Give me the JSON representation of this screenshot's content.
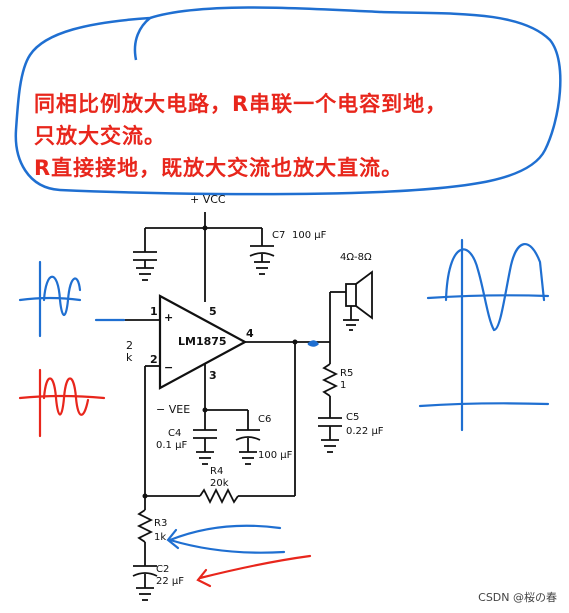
{
  "annotation": {
    "line1": "同相比例放大电路，R串联一个电容到地，",
    "line2": "只放大交流。",
    "line3": "R直接接地，既放大交流也放大直流。"
  },
  "circuit": {
    "vcc": "+ VCC",
    "vee": "− VEE",
    "ic": "LM1875",
    "pins": {
      "p1": "1",
      "p2": "2",
      "p3": "3",
      "p4": "4",
      "p5": "5"
    },
    "in_plus": "+",
    "in_minus": "−",
    "c7_name": "C7",
    "c7_value": "100 μF",
    "c4_name": "C4",
    "c4_value": "0.1 μF",
    "c6_name": "C6",
    "c6_value": "100 μF",
    "r4_name": "R4",
    "r4_value": "20k",
    "r3_name": "R3",
    "r3_value": "1k",
    "c2_name": "C2",
    "c2_value": "22 μF",
    "r5_name": "R5",
    "r5_value": "1",
    "c5_name": "C5",
    "c5_value": "0.22 μF",
    "speaker_value": "4Ω-8Ω",
    "partial_k1": "2",
    "partial_k2": "k"
  },
  "colors": {
    "ink": "#111111",
    "annotation_red": "#e8261c",
    "pen_blue": "#1f6fd1",
    "pen_red": "#e8261c"
  },
  "watermark": "CSDN @桜の春"
}
